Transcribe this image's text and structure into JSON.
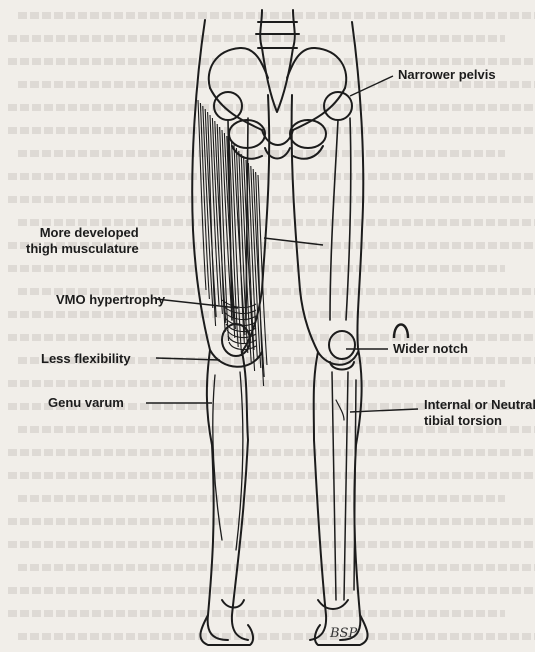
{
  "labels": {
    "narrower_pelvis": "Narrower pelvis",
    "more_developed_line1": "More developed",
    "more_developed_line2": "thigh musculature",
    "vmo_hypertrophy": "VMO hypertrophy",
    "less_flexibility": "Less flexibility",
    "genu_varum": "Genu varum",
    "wider_notch": "Wider notch",
    "tibial_torsion_line1": "Internal or Neutral",
    "tibial_torsion_line2": "tibial torsion"
  },
  "signature": "BSP",
  "colors": {
    "ink": "#1c1c1c",
    "paper": "#f1eee9",
    "bleed": "#8a857f"
  }
}
